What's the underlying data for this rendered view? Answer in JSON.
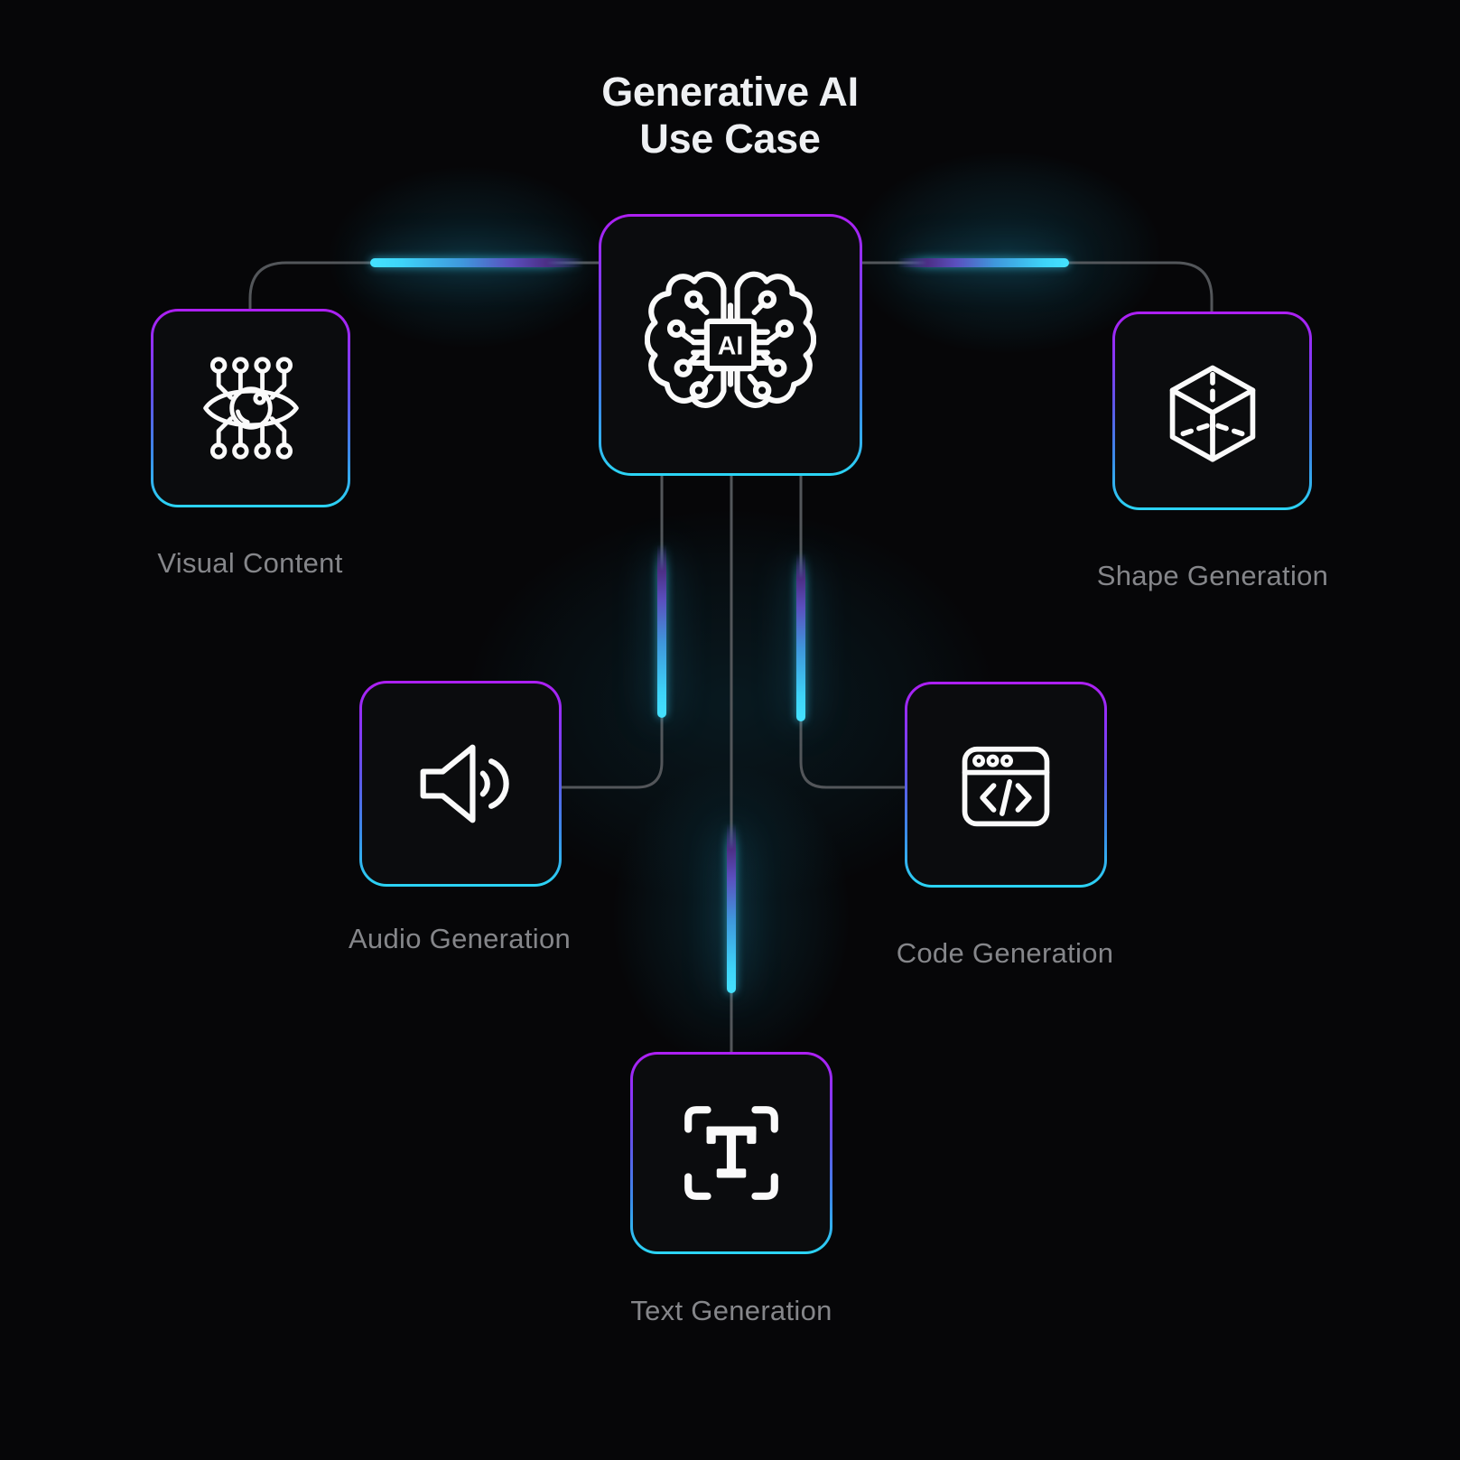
{
  "title": {
    "line1": "Generative AI",
    "line2": "Use Case"
  },
  "central": {
    "id": "generative-ai",
    "icon": "ai-brain-chip-icon",
    "chip_text": "AI"
  },
  "nodes": [
    {
      "id": "visual-content",
      "label": "Visual Content",
      "icon": "eye-circuit-icon"
    },
    {
      "id": "shape-generation",
      "label": "Shape Generation",
      "icon": "cube-3d-icon"
    },
    {
      "id": "audio-generation",
      "label": "Audio Generation",
      "icon": "speaker-icon"
    },
    {
      "id": "code-generation",
      "label": "Code Generation",
      "icon": "code-window-icon"
    },
    {
      "id": "text-generation",
      "label": "Text Generation",
      "icon": "text-frame-icon"
    }
  ],
  "colors": {
    "background": "#060608",
    "card_background": "#0b0c0e",
    "border_purple": "#ae1ff2",
    "border_cyan": "#2bd5f5",
    "connector_gray": "#53565a",
    "pulse_cyan": "#45e2ff",
    "pulse_purple": "#4c2f86",
    "label_gray": "#85868a",
    "title_white": "#eef0f3",
    "icon_white": "#fafafa"
  }
}
